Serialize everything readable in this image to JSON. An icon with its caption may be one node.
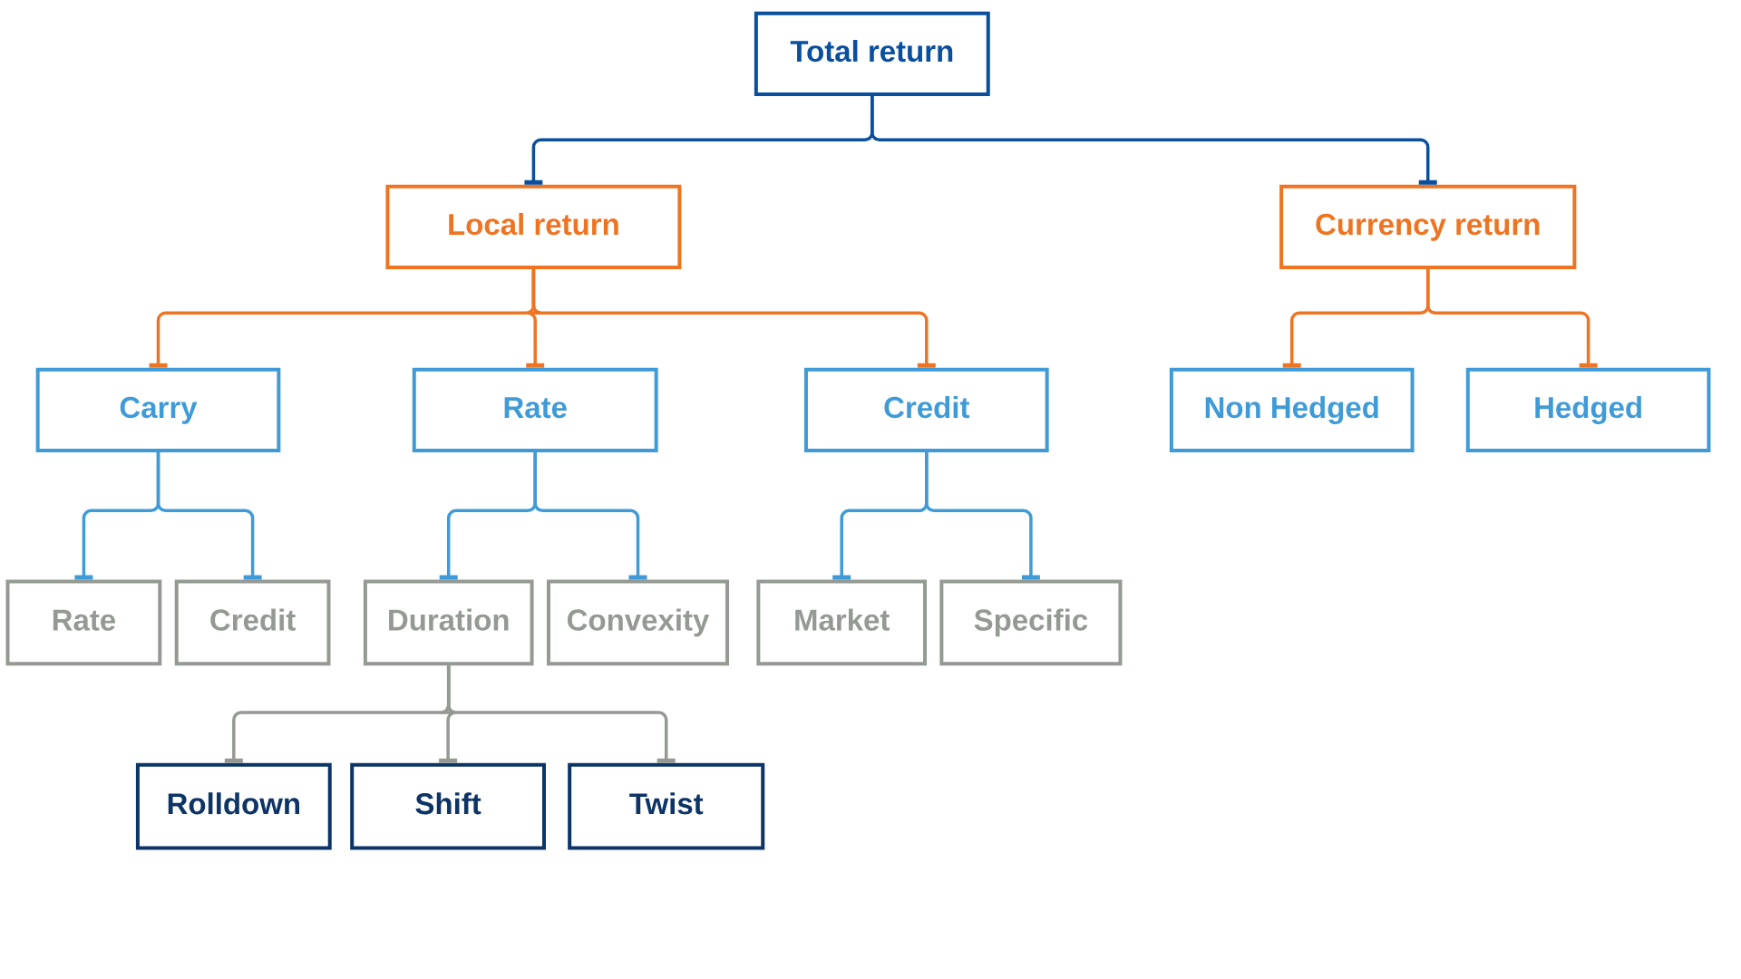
{
  "diagram": {
    "nodes": [
      {
        "text": [
          "Total return"
        ]
      },
      {
        "text": [
          "Local return"
        ]
      },
      {
        "text": [
          "Currency return"
        ]
      },
      {
        "text": [
          "Carry"
        ]
      },
      {
        "text": [
          "Rate"
        ]
      },
      {
        "text": [
          "Credit"
        ]
      },
      {
        "text": [
          "Non Hedged"
        ]
      },
      {
        "text": [
          "Hedged"
        ]
      },
      {
        "text": [
          "Rate"
        ]
      },
      {
        "text": [
          "Credit"
        ]
      },
      {
        "text": [
          "Duration"
        ]
      },
      {
        "text": [
          "Convexity"
        ]
      },
      {
        "text": [
          "Market"
        ]
      },
      {
        "text": [
          "Specific"
        ]
      },
      {
        "text": [
          "Rolldown"
        ]
      },
      {
        "text": [
          "Shift"
        ]
      },
      {
        "text": [
          "Twist"
        ]
      }
    ],
    "edges": [
      {
        "from": 0,
        "to": 1,
        "arrow": "other",
        "color": "#0a4f9e"
      },
      {
        "from": 0,
        "to": 2,
        "arrow": "other",
        "color": "#0a4f9e"
      },
      {
        "from": 1,
        "to": 3,
        "arrow": "other",
        "color": "#ef7422"
      },
      {
        "from": 1,
        "to": 4,
        "arrow": "other",
        "color": "#ef7422"
      },
      {
        "from": 1,
        "to": 5,
        "arrow": "other",
        "color": "#ef7422"
      },
      {
        "from": 2,
        "to": 6,
        "arrow": "other",
        "color": "#ef7422"
      },
      {
        "from": 2,
        "to": 7,
        "arrow": "other",
        "color": "#ef7422"
      },
      {
        "from": 3,
        "to": 8,
        "arrow": "other"
      },
      {
        "from": 3,
        "to": 9,
        "arrow": "other"
      },
      {
        "from": 4,
        "to": 10,
        "arrow": "other"
      },
      {
        "from": 4,
        "to": 11,
        "arrow": "other"
      },
      {
        "from": 5,
        "to": 12,
        "arrow": "other"
      },
      {
        "from": 5,
        "to": 13,
        "arrow": "other"
      },
      {
        "from": 10,
        "to": 14,
        "arrow": "other",
        "color": "#949994"
      },
      {
        "from": 10,
        "to": 15,
        "arrow": "other",
        "color": "#949994"
      },
      {
        "from": 10,
        "to": 16,
        "arrow": "other",
        "color": "#949994"
      }
    ]
  }
}
